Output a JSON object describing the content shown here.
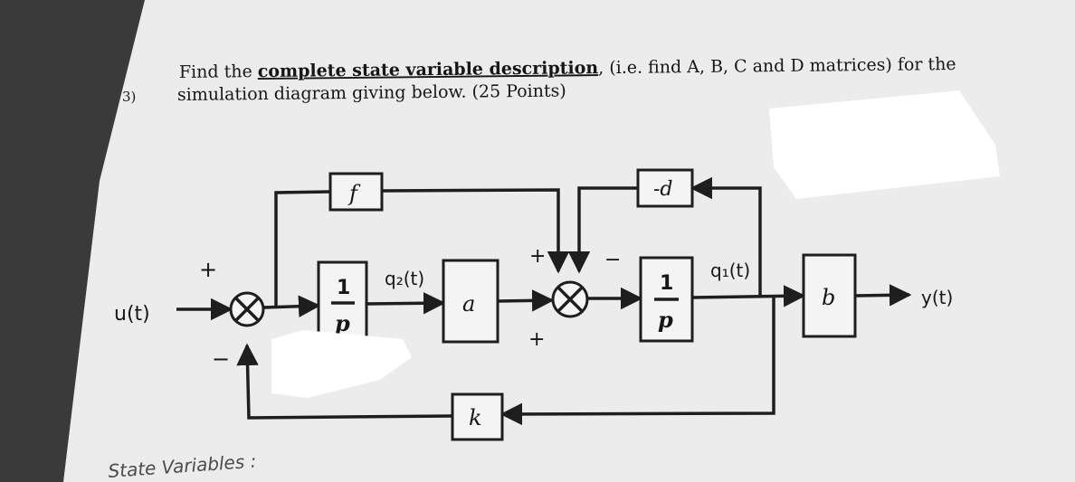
{
  "question": {
    "number": "3)",
    "line1_prefix": "Find the ",
    "line1_bold": "complete state variable description",
    "line1_suffix": ", (i.e. find A, B, C and D matrices) for the",
    "line2": "simulation diagram giving below. (25 Points)"
  },
  "diagram": {
    "input_label": "u(t)",
    "output_label": "y(t)",
    "sum1_plus": "+",
    "sum1_minus": "−",
    "sum2_plus_top": "+",
    "sum2_minus_top": "−",
    "sum2_plus_bottom": "+",
    "block_f": "f",
    "block_d": "-d",
    "block_a": "a",
    "block_k": "k",
    "block_b": "b",
    "integrator1_num": "1",
    "integrator1_den": "p",
    "integrator2_num": "1",
    "integrator2_den": "p",
    "state_q2": "q₂(t)",
    "state_q1": "q₁(t)"
  },
  "handwriting": {
    "note": "State Variables :"
  },
  "colors": {
    "paper": "#ececec",
    "ink": "#1e1e1e",
    "background": "#3a3a3a"
  }
}
